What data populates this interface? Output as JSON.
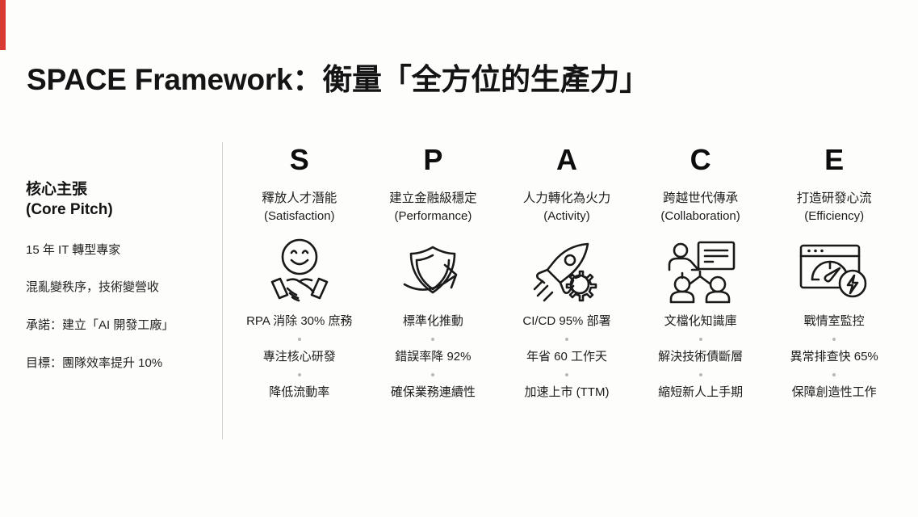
{
  "theme": {
    "accent_red": "#d93a32",
    "background": "#fdfdfb",
    "text": "#1a1a1a",
    "divider": "#d2d2ce",
    "dot": "#b8b8b4"
  },
  "slide": {
    "title": "SPACE Framework：衡量「全方位的生產力」"
  },
  "pitch": {
    "heading_zh": "核心主張",
    "heading_en": "(Core Pitch)",
    "lines": [
      "15 年 IT 轉型專家",
      "混亂變秩序，技術變營收",
      "承諾：建立「AI 開發工廠」",
      "目標：團隊效率提升 10%"
    ]
  },
  "columns": [
    {
      "letter": "S",
      "head_zh": "釋放人才潛能",
      "head_en": "(Satisfaction)",
      "icon": "handshake-smiley-icon",
      "bullets": [
        "RPA 消除 30% 庶務",
        "專注核心研發",
        "降低流動率"
      ]
    },
    {
      "letter": "P",
      "head_zh": "建立金融級穩定",
      "head_en": "(Performance)",
      "icon": "shield-arrow-icon",
      "bullets": [
        "標準化推動",
        "錯誤率降 92%",
        "確保業務連續性"
      ]
    },
    {
      "letter": "A",
      "head_zh": "人力轉化為火力",
      "head_en": "(Activity)",
      "icon": "rocket-gear-icon",
      "bullets": [
        "CI/CD 95% 部署",
        "年省 60 工作天",
        "加速上市 (TTM)"
      ]
    },
    {
      "letter": "C",
      "head_zh": "跨越世代傳承",
      "head_en": "(Collaboration)",
      "icon": "presentation-team-icon",
      "bullets": [
        "文檔化知識庫",
        "解決技術債斷層",
        "縮短新人上手期"
      ]
    },
    {
      "letter": "E",
      "head_zh": "打造研發心流",
      "head_en": "(Efficiency)",
      "icon": "dashboard-speed-bolt-icon",
      "bullets": [
        "戰情室監控",
        "異常排查快 65%",
        "保障創造性工作"
      ]
    }
  ]
}
